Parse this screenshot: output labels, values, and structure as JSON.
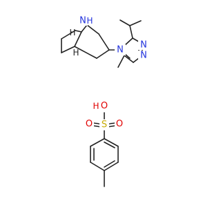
{
  "colors": {
    "nitrogen": "#2233dd",
    "oxygen": "#e10000",
    "sulfur": "#c6aa00",
    "carbon": "#222222"
  },
  "atoms": {
    "n_bridge": "N",
    "h_bridge_n": "H",
    "h_stereo_top": "H",
    "h_stereo_bottom": "H",
    "n_triazole_sub": "N",
    "n_triazole_1": "N",
    "n_triazole_2": "N",
    "o_hydroxyl": "O",
    "h_hydroxyl": "H",
    "s_sulfonyl": "S",
    "o_sulfonyl_left": "O",
    "o_sulfonyl_right": "O"
  }
}
